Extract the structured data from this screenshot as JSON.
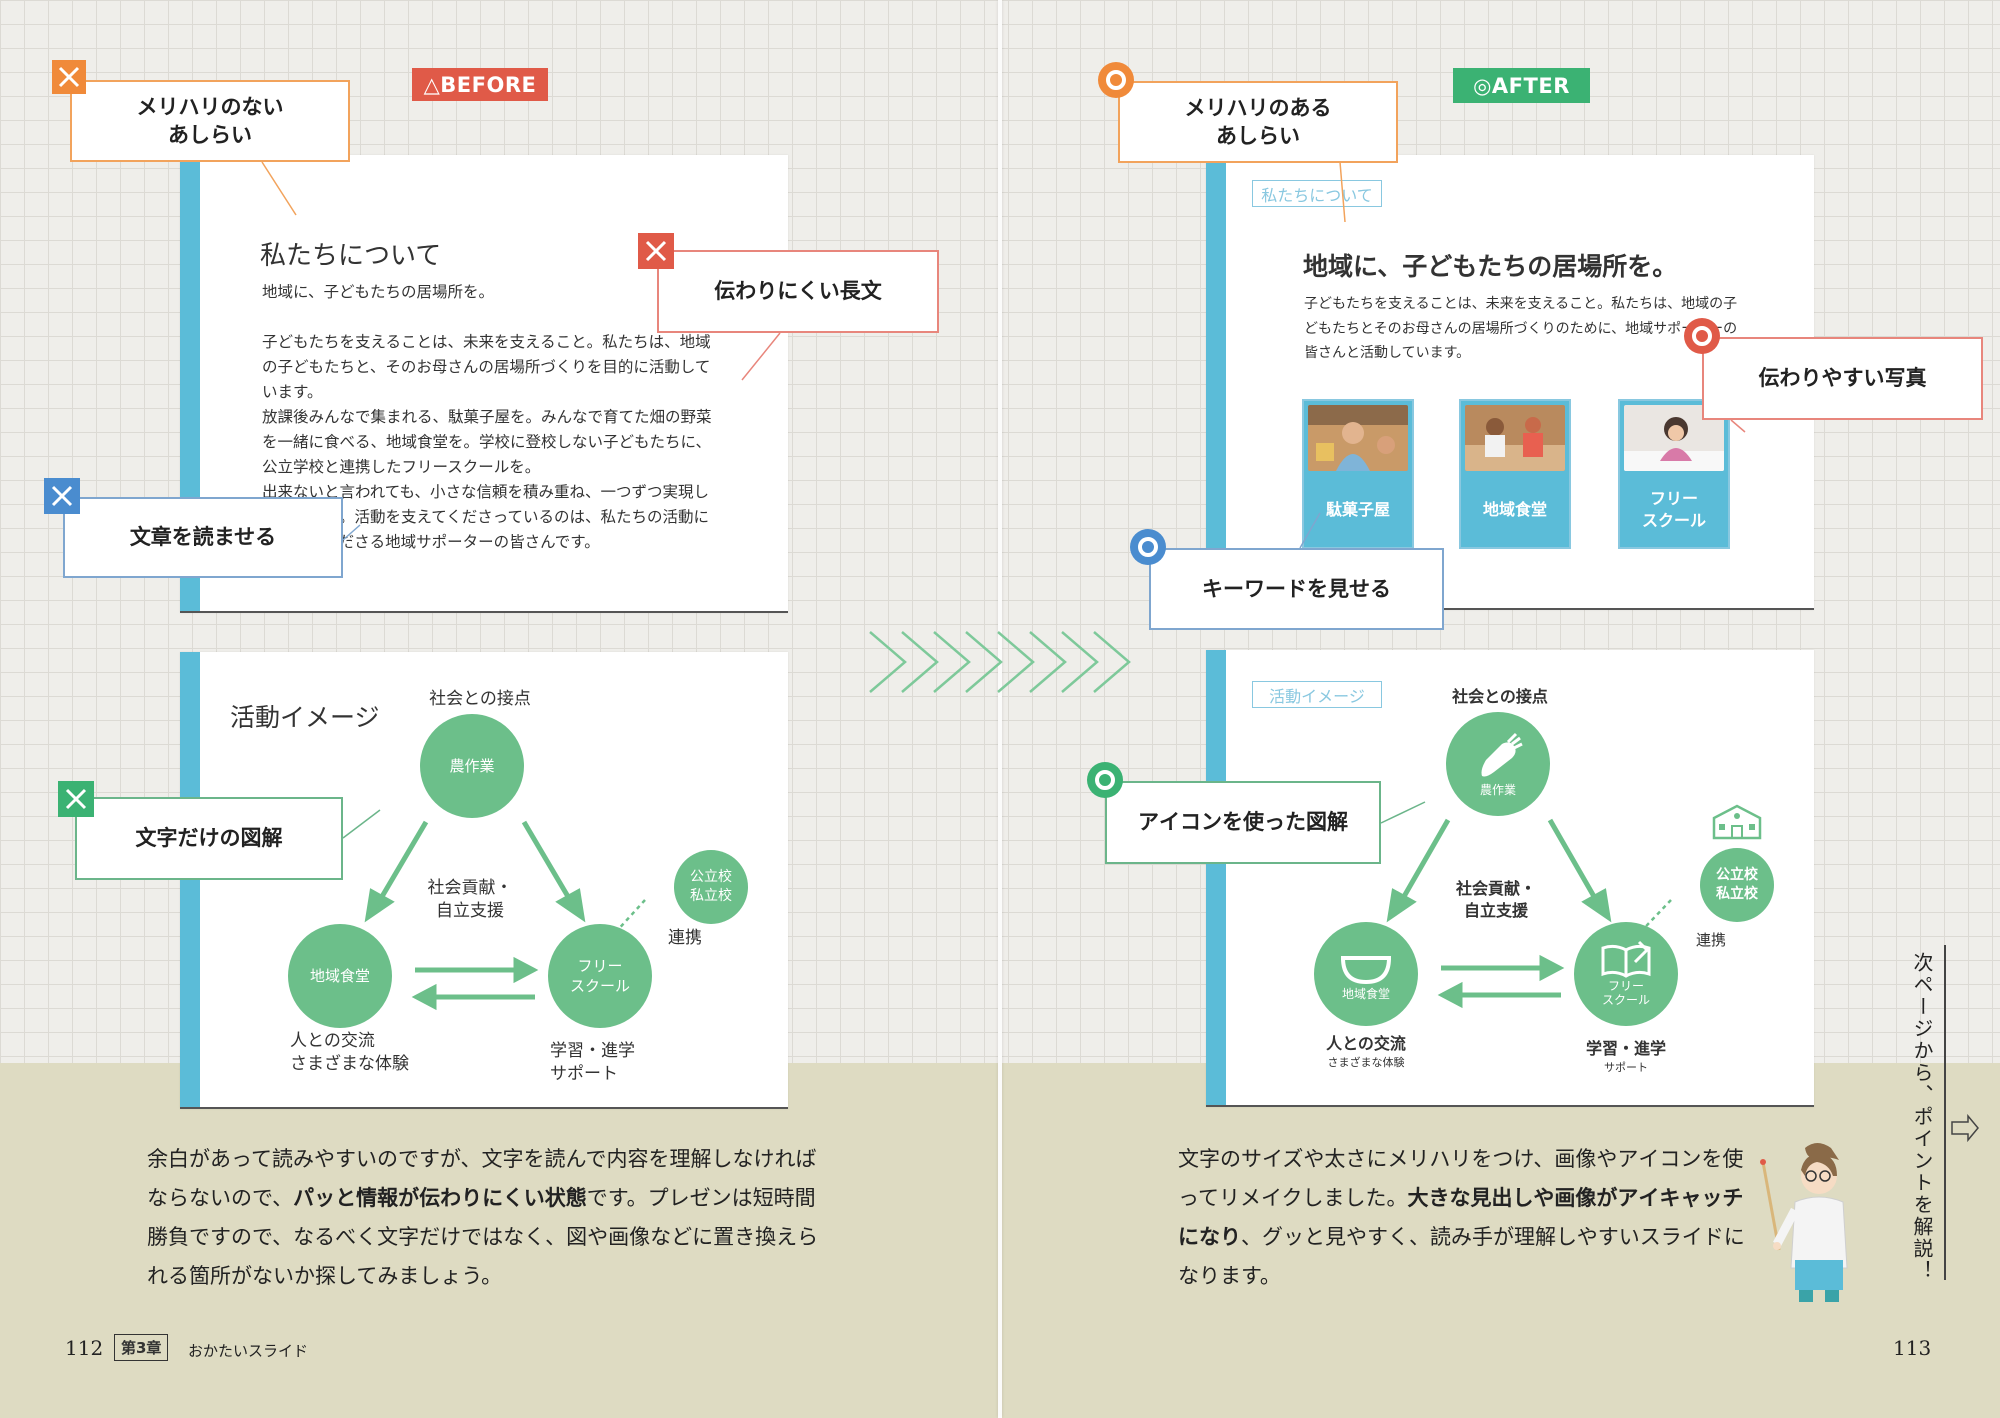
{
  "left_page": {
    "badge": "△BEFORE",
    "callouts": {
      "no_contrast": "メリハリのない\nあしらい",
      "long_text": "伝わりにくい長文",
      "read_text": "文章を読ませる",
      "text_diagram": "文字だけの図解"
    },
    "slide1": {
      "title": "私たちについて",
      "subtitle": "地域に、子どもたちの居場所を。",
      "body1": "子どもたちを支えることは、未来を支えること。私たちは、地域の子どもたちと、そのお母さんの居場所づくりを目的に活動しています。",
      "body2": "放課後みんなで集まれる、駄菓子屋を。みんなで育てた畑の野菜を一緒に食べる、地域食堂を。学校に登校しない子どもたちに、公立学校と連携したフリースクールを。",
      "body3": "出来ないと言われても、小さな信頼を積み重ね、一つずつ実現してきました。活動を支えてくださっているのは、私たちの活動に共感してくださる地域サポーターの皆さんです。"
    },
    "slide2": {
      "title": "活動イメージ",
      "top_label": "社会との接点",
      "node_farm": "農作業",
      "node_dining": "地域食堂",
      "node_school": "フリー\nスクール",
      "node_public": "公立校\n私立校",
      "center_label": "社会貢献・\n自立支援",
      "link_label": "連携",
      "dining_caption": "人との交流\nさまざまな体験",
      "school_caption": "学習・進学\nサポート"
    },
    "paragraph": {
      "p1": "余白があって読みやすいのですが、文字を読んで内容を理解しなければならないので、",
      "p1_bold": "パッと情報が伝わりにくい状態",
      "p1_end": "です。プレゼンは短時間勝負ですので、なるべく文字だけではなく、図や画像などに置き換えられる箇所がないか探してみましょう。"
    },
    "page_number": "112",
    "chapter": "第3章",
    "chapter_title": "おかたいスライド"
  },
  "right_page": {
    "badge": "◎AFTER",
    "callouts": {
      "contrast": "メリハリのある\nあしらい",
      "photo": "伝わりやすい写真",
      "keyword": "キーワードを見せる",
      "icon_diagram": "アイコンを使った図解"
    },
    "slide1": {
      "tag": "私たちについて",
      "heading": "地域に、子どもたちの居場所を。",
      "body": "子どもたちを支えることは、未来を支えること。私たちは、地域の子どもたちとそのお母さんの居場所づくりのために、地域サポーターの皆さんと活動しています。",
      "cards": [
        "駄菓子屋",
        "地域食堂",
        "フリー\nスクール"
      ]
    },
    "slide2": {
      "tag": "活動イメージ",
      "top_label": "社会との接点",
      "node_farm": "農作業",
      "node_dining": "地域食堂",
      "node_school": "フリー\nスクール",
      "node_public": "公立校\n私立校",
      "center_label": "社会貢献・\n自立支援",
      "link_label": "連携",
      "dining_caption": "人との交流",
      "dining_sub": "さまざまな体験",
      "school_caption": "学習・進学",
      "school_sub": "サポート"
    },
    "paragraph": {
      "p1": "文字のサイズや太さにメリハリをつけ、画像やアイコンを使ってリメイクしました。",
      "p1_bold": "大きな見出しや画像がアイキャッチになり",
      "p1_end": "、グッと見やすく、読み手が理解しやすいスライドになります。"
    },
    "side_note": "次ページから、ポイントを解説！",
    "page_number": "113"
  },
  "colors": {
    "slide_accent": "#5bbcd8",
    "diagram_green": "#6cbf8a",
    "before_red": "#e05a48",
    "after_green": "#3bb273",
    "orange": "#f08a3a",
    "blue": "#4a8ccf"
  }
}
